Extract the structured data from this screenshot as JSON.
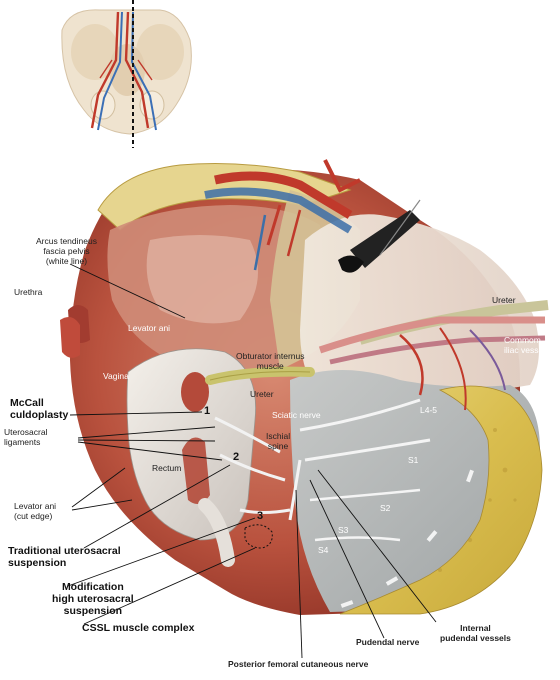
{
  "labels": {
    "arcus": "Arcus tendineus\nfascia pelvis\n(white line)",
    "urethra": "Urethra",
    "levator_ani": "Levator ani",
    "vagina": "Vagina",
    "mccall": "McCall\nculdoplasty",
    "uterosacral_ligaments": "Uterosacral\nligaments",
    "rectum": "Rectum",
    "levator_ani_cut": "Levator ani\n(cut edge)",
    "traditional": "Traditional uterosacral\nsuspension",
    "modification": "Modification\nhigh uterosacral\nsuspension",
    "cssl": "CSSL muscle complex",
    "posterior_femoral": "Posterior femoral cutaneous nerve",
    "pudendal_nerve": "Pudendal nerve",
    "internal_pudendal": "Internal\npudendal vessels",
    "obturator": "Obturator internus\nmuscle",
    "ureter_left": "Ureter",
    "ureter_right": "Ureter",
    "sciatic": "Sciatic nerve",
    "ischial": "Ischial\nspine",
    "common_iliac": "Commom\niliac vessels",
    "l45": "L4-5",
    "s1": "S1",
    "s2": "S2",
    "s3": "S3",
    "s4": "S4"
  },
  "markers": {
    "one": "1",
    "two": "2",
    "three": "3"
  }
}
